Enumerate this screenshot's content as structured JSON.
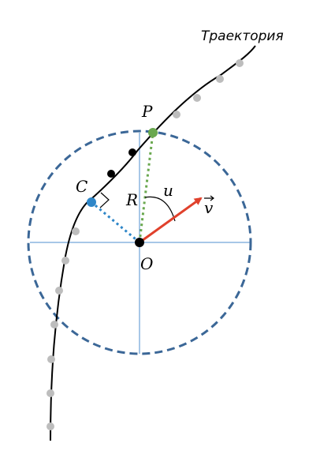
{
  "trajectory_label": "Траектория",
  "labels": {
    "P": "P",
    "C": "C",
    "R": "R",
    "u": "u",
    "O": "O",
    "v": "v"
  },
  "colors": {
    "trajectory": "#000000",
    "circle": "#3b6797",
    "axes": "#4f8fcf",
    "velocity": "#e0412c",
    "point_P": "#6aa84f",
    "point_C": "#2e86c8",
    "point_O": "#000000",
    "past_points": "#bdbdbd",
    "recent_points": "#000000"
  }
}
